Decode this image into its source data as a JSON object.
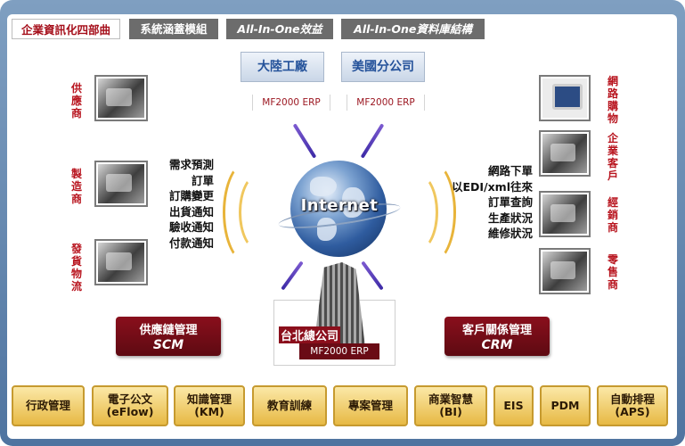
{
  "tabs": [
    {
      "label": "企業資訊化四部曲"
    },
    {
      "label": "系統涵蓋模組"
    },
    {
      "label": "All-In-One效益"
    },
    {
      "label": "All-In-One資料庫結構"
    }
  ],
  "sites": [
    {
      "name": "大陸工廠",
      "erp": "MF2000 ERP"
    },
    {
      "name": "美國分公司",
      "erp": "MF2000 ERP"
    }
  ],
  "left_partners": [
    {
      "label": "供應商"
    },
    {
      "label": "製造商"
    },
    {
      "label": "發貨物流"
    }
  ],
  "right_partners": [
    {
      "label": "網路購物"
    },
    {
      "label": "企業客戶"
    },
    {
      "label": "經銷商"
    },
    {
      "label": "零售商"
    }
  ],
  "left_flows": [
    "需求預測",
    "訂單",
    "訂購變更",
    "出貨通知",
    "驗收通知",
    "付款通知"
  ],
  "right_flows": [
    "網路下單",
    "以EDI/xml往來",
    "訂單查詢",
    "生產狀況",
    "維修狀況"
  ],
  "center": {
    "label": "Internet"
  },
  "hq": {
    "name": "台北總公司",
    "erp": "MF2000 ERP"
  },
  "scm": {
    "title": "供應鏈管理",
    "abbr": "SCM"
  },
  "crm": {
    "title": "客戶關係管理",
    "abbr": "CRM"
  },
  "modules": [
    {
      "line1": "行政管理",
      "line2": ""
    },
    {
      "line1": "電子公文",
      "line2": "(eFlow)"
    },
    {
      "line1": "知識管理",
      "line2": "(KM)"
    },
    {
      "line1": "教育訓練",
      "line2": ""
    },
    {
      "line1": "專案管理",
      "line2": ""
    },
    {
      "line1": "商業智慧",
      "line2": "(BI)"
    },
    {
      "line1": "EIS",
      "line2": ""
    },
    {
      "line1": "PDM",
      "line2": ""
    },
    {
      "line1": "自動排程",
      "line2": "(APS)"
    }
  ],
  "colors": {
    "accent_red": "#a50e1a",
    "frame_blue": "#5b7fa9",
    "module_gold": "#e7b944"
  }
}
